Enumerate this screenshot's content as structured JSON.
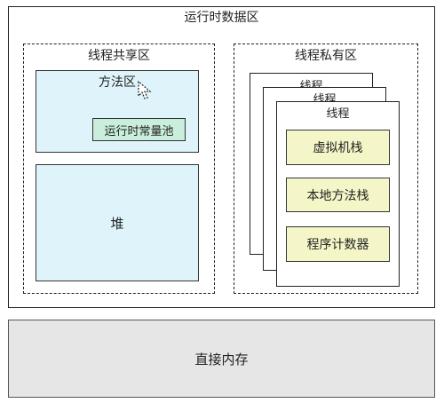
{
  "diagram": {
    "runtime_area": {
      "title": "运行时数据区"
    },
    "shared_area": {
      "title": "线程共享区",
      "method_area": {
        "title": "方法区",
        "runtime_constant_pool": "运行时常量池"
      },
      "heap": "堆"
    },
    "private_area": {
      "title": "线程私有区",
      "threads": [
        "线程",
        "线程",
        "线程"
      ],
      "front_thread_items": [
        "虚拟机栈",
        "本地方法栈",
        "程序计数器"
      ]
    },
    "direct_memory": "直接内存"
  },
  "colors": {
    "blue_fill": "#dff3fb",
    "green_fill": "#c9efdc",
    "yellow_fill": "#f4f6c8",
    "gray_fill": "#e6e6e6"
  },
  "icons": {
    "cursor": "pointer-cursor-icon"
  }
}
